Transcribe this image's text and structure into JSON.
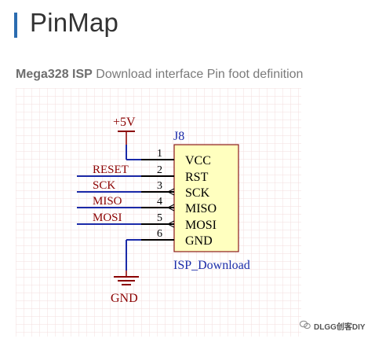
{
  "page": {
    "title": "PinMap",
    "subtitle_bold": "Mega328 ISP",
    "subtitle_rest": " Download interface Pin foot definition"
  },
  "schematic": {
    "power_label": "+5V",
    "ground_label": "GND",
    "ref": "J8",
    "part_name": "ISP_Download",
    "pins": [
      {
        "number": "1",
        "name": "VCC",
        "net": ""
      },
      {
        "number": "2",
        "name": "RST",
        "net": "RESET"
      },
      {
        "number": "3",
        "name": "SCK",
        "net": "SCK"
      },
      {
        "number": "4",
        "name": "MISO",
        "net": "MISO"
      },
      {
        "number": "5",
        "name": "MOSI",
        "net": "MOSI"
      },
      {
        "number": "6",
        "name": "GND",
        "net": ""
      }
    ],
    "colors": {
      "grid": "#f3dede",
      "component_fill": "#ffffbf",
      "component_border": "#8b1a1a",
      "wire": "#1a2aa8",
      "dark_red": "#8b0000",
      "blue_text": "#1a2aa8"
    }
  },
  "watermark": {
    "text": "DLGG创客DIY",
    "icon": "wechat-icon"
  }
}
